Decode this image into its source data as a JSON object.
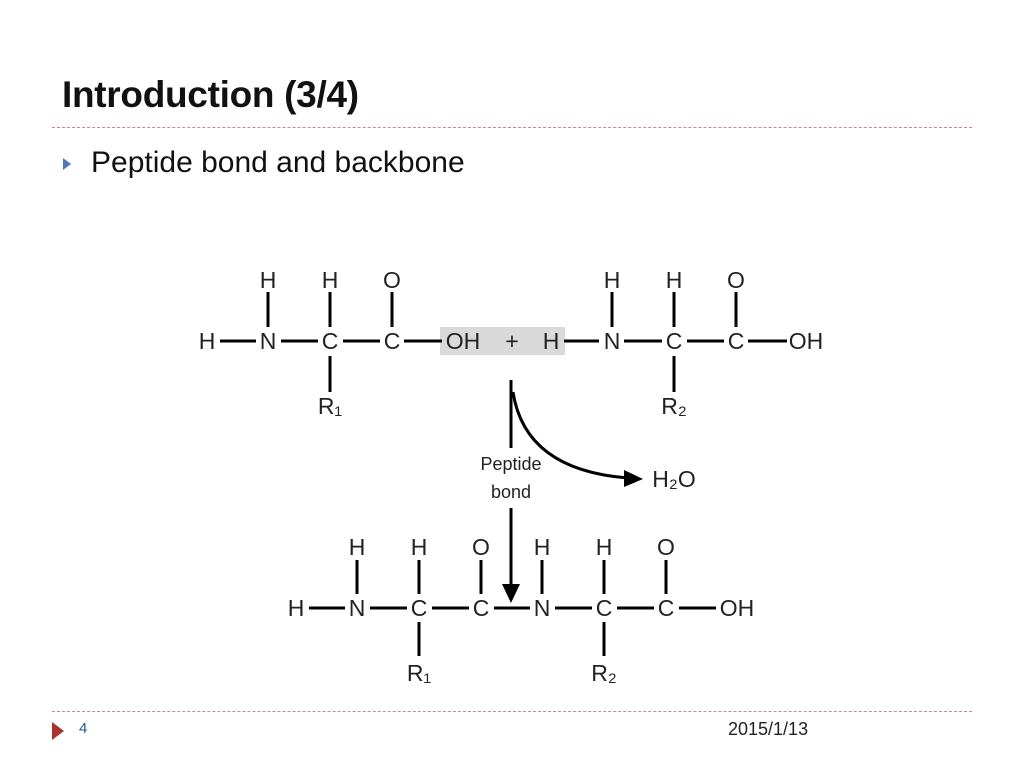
{
  "slide": {
    "title": "Introduction (3/4)",
    "bullet": "Peptide bond and backbone",
    "page_number": "4",
    "date": "2015/1/13"
  },
  "diagram": {
    "reactant1": {
      "top": [
        "H",
        "H",
        "O"
      ],
      "row": [
        "H",
        "N",
        "C",
        "C",
        "OH"
      ],
      "sub": "R₁"
    },
    "plus": "+",
    "reactant2": {
      "top": [
        "H",
        "H",
        "O"
      ],
      "row": [
        "H",
        "N",
        "C",
        "C",
        "OH"
      ],
      "sub": "R₂"
    },
    "arrow_label_line1": "Peptide",
    "arrow_label_line2": "bond",
    "byproduct": "H₂O",
    "product": {
      "top": [
        "H",
        "H",
        "O",
        "H",
        "H",
        "O"
      ],
      "row": [
        "H",
        "N",
        "C",
        "C",
        "N",
        "C",
        "C",
        "OH"
      ],
      "subs": [
        "R₁",
        "R₂"
      ]
    },
    "highlight_color": "#d9d9d9"
  },
  "colors": {
    "bullet": "#4f7ab5",
    "footer_arrow": "#a8322e",
    "page_number": "#2a55a0",
    "divider": "#c98a8a"
  }
}
